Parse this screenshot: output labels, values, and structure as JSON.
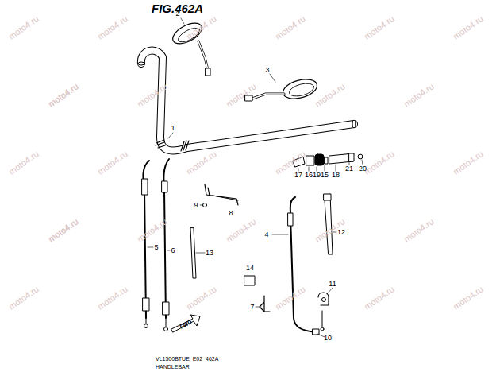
{
  "diagram": {
    "title": "FIG.462A",
    "labels": [
      "1",
      "2",
      "3",
      "4",
      "5",
      "6",
      "7",
      "8",
      "9",
      "10",
      "11",
      "12",
      "13",
      "14",
      "15",
      "16",
      "17",
      "18",
      "19",
      "20",
      "21",
      "FWD",
      "VL1500BTUE_E02_462A",
      "HANDLEBAR",
      "moto4.ru",
      "moto4.ru",
      "moto4.ru",
      "moto4.ru",
      "moto4.ru",
      "moto4.ru",
      "moto4.ru",
      "moto4.ru",
      "moto4.ru",
      "moto4.ru",
      "moto4.ru",
      "moto4.ru",
      "moto4.ru",
      "moto4.ru",
      "moto4.ru",
      "moto4.ru",
      "moto4.ru",
      "moto4.ru",
      "moto4.ru",
      "moto4.ru",
      "moto4.ru",
      "moto4.ru",
      "moto4.ru",
      "moto4.ru",
      "moto4.ru",
      "moto4.ru",
      "moto4.ru",
      "moto4.ru",
      "moto4.ru",
      "moto4.ru"
    ]
  }
}
